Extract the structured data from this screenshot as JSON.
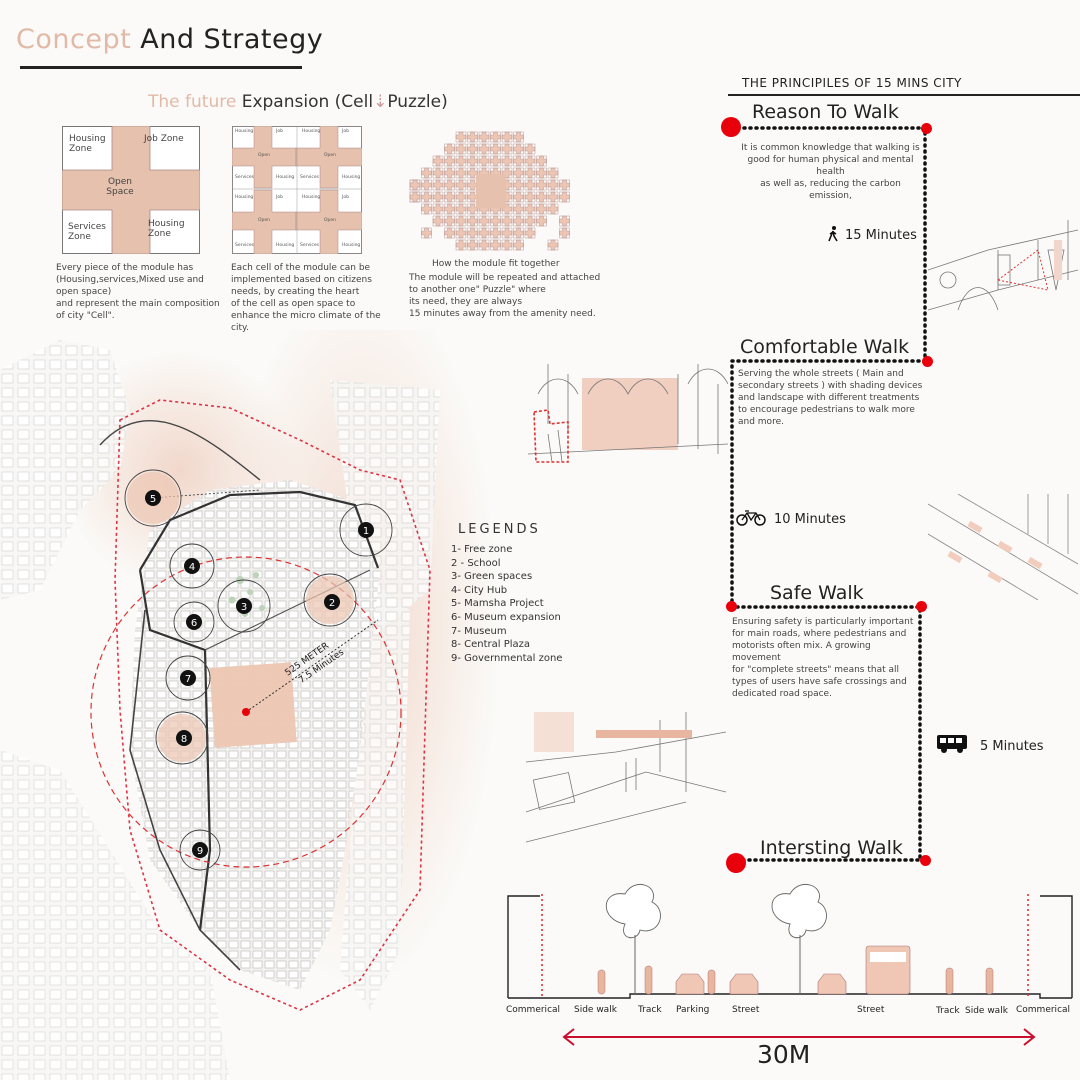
{
  "header": {
    "title_highlight": "Concept",
    "title_rest": " And Strategy",
    "sub_highlight": "The future",
    "sub_rest": " Expansion (Cell",
    "sub_sep": "⇣",
    "sub_end": "Puzzle)"
  },
  "cell_diagram": {
    "zones": [
      "Housing Zone",
      "Job Zone",
      "Open Space",
      "Services Zone",
      "Housing Zone"
    ],
    "caption": [
      "Every piece of the module has",
      "(Housing,services,Mixed use and",
      "open space)",
      "and represent the main composition",
      "of city \"Cell\"."
    ]
  },
  "grid_diagram": {
    "caption": [
      "Each cell of the module can be",
      "implemented based on citizens",
      "needs, by creating the heart",
      "of the cell as open space to",
      "enhance the micro climate of the",
      "city."
    ]
  },
  "puzzle_diagram": {
    "heading": "How the module fit together",
    "caption": [
      "The module will be repeated and attached",
      "to another one\" Puzzle\" where",
      "its need, they are always",
      "15 minutes away from the amenity need."
    ]
  },
  "principles": {
    "title": "THE PRINCIPILES OF 15 MINS CITY",
    "items": [
      {
        "heading": "Reason To Walk",
        "text": [
          "It is common knowledge that walking is",
          "good for human physical and mental health",
          "as well as, reducing the carbon emission,"
        ]
      },
      {
        "heading": "Comfortable Walk",
        "text": [
          "Serving the whole streets ( Main and",
          "secondary streets ) with shading devices",
          "and landscape with different treatments",
          "to encourage pedestrians to walk more",
          "and more."
        ]
      },
      {
        "heading": "Safe Walk",
        "text": [
          "Ensuring safety is particularly important",
          "for main roads, where pedestrians and",
          "motorists often mix. A growing movement",
          "for \"complete streets\" means that all",
          "types of users have safe crossings and",
          "dedicated road space."
        ]
      },
      {
        "heading": "Intersting Walk",
        "text": []
      }
    ],
    "times": [
      "15 Minutes",
      "10 Minutes",
      "5 Minutes"
    ]
  },
  "legend": {
    "title": "LEGENDS",
    "items": [
      "1- Free zone",
      "2 - School",
      "3- Green spaces",
      "4- City Hub",
      "5- Mamsha Project",
      "6- Museum expansion",
      "7- Museum",
      "8- Central Plaza",
      "9- Governmental zone"
    ]
  },
  "map": {
    "markers": [
      "1",
      "2",
      "3",
      "4",
      "5",
      "6",
      "7",
      "8",
      "9"
    ],
    "distance": "525 METER",
    "walk_time": "7.5 Minutes"
  },
  "section": {
    "labels": [
      "Commerical",
      "Side walk",
      "Track",
      "Parking",
      "Street",
      "Street",
      "Track",
      "Side walk",
      "Commerical"
    ],
    "width": "30M"
  },
  "colors": {
    "accent": "#e8000b",
    "pink": "#e6c1ad",
    "ink": "#222222"
  }
}
